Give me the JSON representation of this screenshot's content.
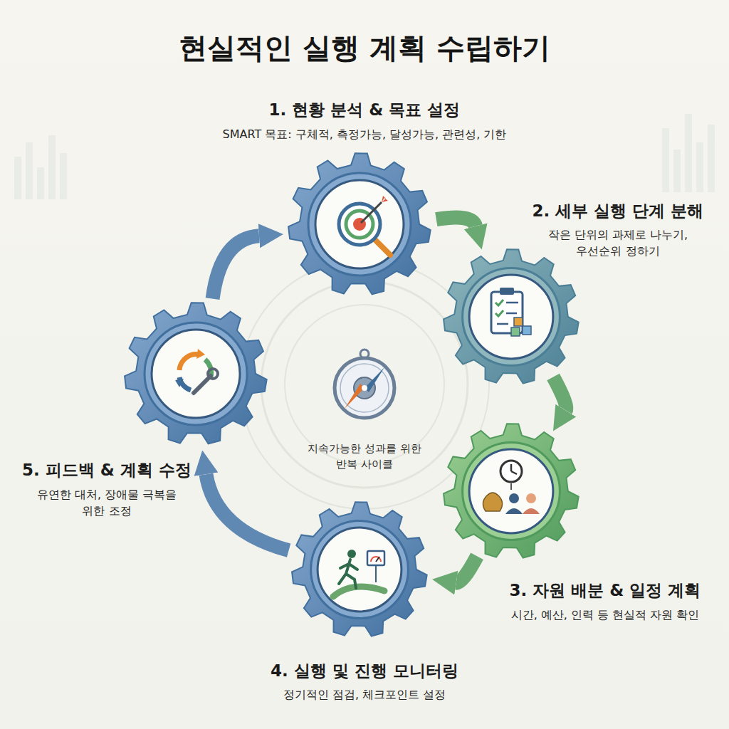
{
  "diagram": {
    "title": "현실적인 실행 계획 수립하기",
    "nodes": [
      {
        "text": [
          "1. 현황 분석 & 목표 설정",
          "SMART 목표: 구체적, 측정가능, 달성가능, 관련성, 기한"
        ]
      },
      {
        "text": [
          "2. 세부 실행 단계 분해",
          "작은 단위의 과제로 나누기, 우선순위 정하기"
        ]
      },
      {
        "text": [
          "3. 자원 배분 & 일정 계획",
          "시간, 예산, 인력 등 현실적 자원 확인"
        ]
      },
      {
        "text": [
          "4. 실행 및 진행 모니터링",
          "정기적인 점검, 체크포인트 설정"
        ]
      },
      {
        "text": [
          "5. 피드백 & 계획 수정",
          "유연한 대처, 장애물 극복을 위한 조정"
        ]
      }
    ],
    "edges": [
      {
        "from": 0,
        "to": 1,
        "arrow": "to"
      },
      {
        "from": 1,
        "to": 2,
        "arrow": "to"
      },
      {
        "from": 2,
        "to": 3,
        "arrow": "to"
      },
      {
        "from": 3,
        "to": 4,
        "arrow": "to"
      },
      {
        "from": 4,
        "to": 0,
        "arrow": "to"
      }
    ],
    "labels": [
      "지속가능한 성과를 위한 반복 사이클"
    ]
  }
}
